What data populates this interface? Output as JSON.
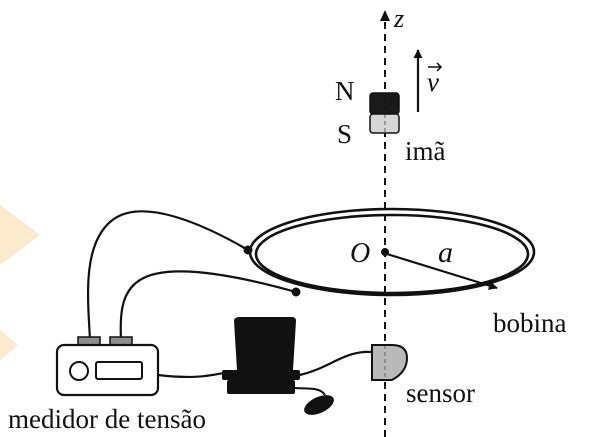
{
  "diagram": {
    "axis_label": "z",
    "magnet": {
      "north_label": "N",
      "south_label": "S",
      "name": "imã",
      "velocity_label": "v",
      "velocity_direction": "up"
    },
    "coil": {
      "origin_label": "O",
      "radius_label": "a",
      "name": "bobina"
    },
    "sensor_label": "sensor",
    "meter_label": "medidor de tensão",
    "colors": {
      "ink": "#111111",
      "magnet_dark": "#1a1a1a",
      "magnet_light": "#d6d6d6",
      "sensor_fill": "#b9b9b9",
      "watermark": "#fbe9c6"
    }
  }
}
